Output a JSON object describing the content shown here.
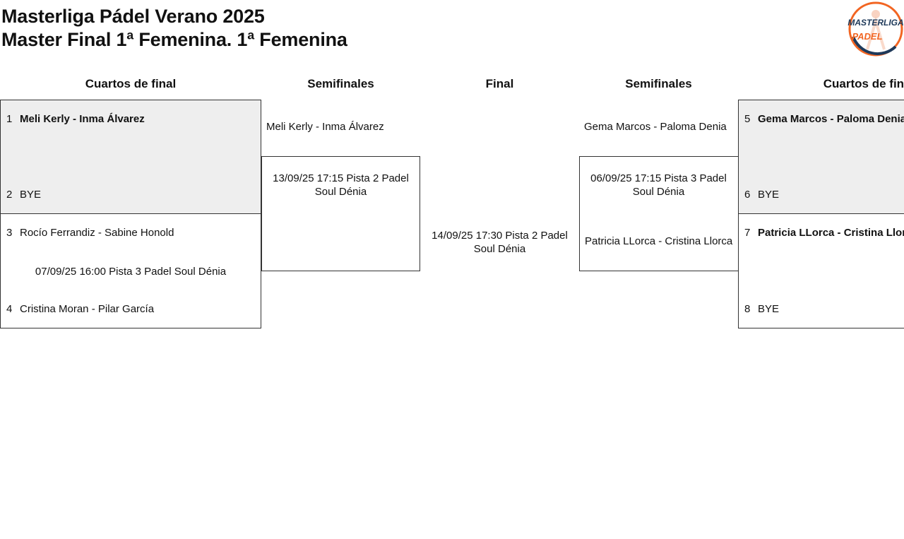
{
  "header": {
    "title": "Masterliga Pádel Verano 2025",
    "subtitle": "Master Final 1ª Femenina. 1ª Femenina",
    "logo_line1": "MASTERLIGA",
    "logo_line2": "PADEL"
  },
  "columns": {
    "qf_left": "Cuartos de final",
    "sf_left": "Semifinales",
    "final": "Final",
    "sf_right": "Semifinales",
    "qf_right": "Cuartos de final"
  },
  "quarterfinals_left": [
    {
      "seed_a": "1",
      "team_a": "Meli Kerly - Inma Álvarez",
      "seed_b": "2",
      "team_b": "BYE",
      "info": ""
    },
    {
      "seed_a": "3",
      "team_a": "Rocío Ferrandiz - Sabine Honold",
      "seed_b": "4",
      "team_b": "Cristina Moran - Pilar García",
      "info": "07/09/25 16:00 Pista 3 Padel Soul Dénia"
    }
  ],
  "semifinal_left": {
    "team_top": "Meli Kerly - Inma Álvarez",
    "info": "13/09/25 17:15 Pista 2 Padel Soul Dénia"
  },
  "final": {
    "info": "14/09/25 17:30 Pista 2 Padel Soul Dénia"
  },
  "semifinal_right": {
    "team_top": "Gema Marcos - Paloma Denia",
    "info": "06/09/25 17:15 Pista 3 Padel Soul Dénia",
    "team_bottom": "Patricia LLorca - Cristina Llorca"
  },
  "quarterfinals_right": [
    {
      "seed_a": "5",
      "team_a": "Gema Marcos - Paloma Denia",
      "seed_b": "6",
      "team_b": "BYE"
    },
    {
      "seed_a": "7",
      "team_a": "Patricia LLorca - Cristina Llorca",
      "seed_b": "8",
      "team_b": "BYE"
    }
  ],
  "colors": {
    "shaded": "#eeeeee",
    "border": "#333333",
    "logo_orange": "#f26522",
    "logo_navy": "#1f3a5a"
  }
}
